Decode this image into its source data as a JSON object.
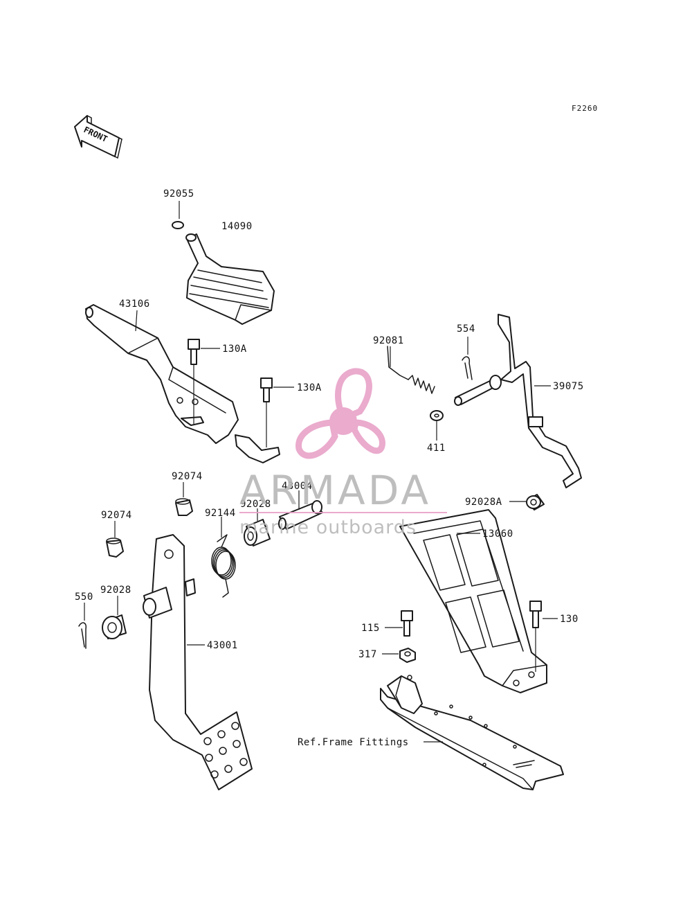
{
  "figure_code": "F2260",
  "front_arrow_label": "FRONT",
  "parts": {
    "p92055": "92055",
    "p14090": "14090",
    "p43106": "43106",
    "p130A_1": "130A",
    "p130A_2": "130A",
    "p92081": "92081",
    "p554": "554",
    "p39075": "39075",
    "p411": "411",
    "p92074_1": "92074",
    "p43004": "43004",
    "p92028_1": "92028",
    "p92028A": "92028A",
    "p92144": "92144",
    "p92074_2": "92074",
    "p13060": "13060",
    "p550": "550",
    "p92028_2": "92028",
    "p130": "130",
    "p43001": "43001",
    "p115": "115",
    "p317": "317",
    "ref_frame": "Ref.Frame Fittings"
  },
  "watermark": {
    "brand": "ARMADA",
    "tagline": "marine outboards",
    "color_primary": "#e8a3c8",
    "color_text": "#b8b8b8"
  }
}
